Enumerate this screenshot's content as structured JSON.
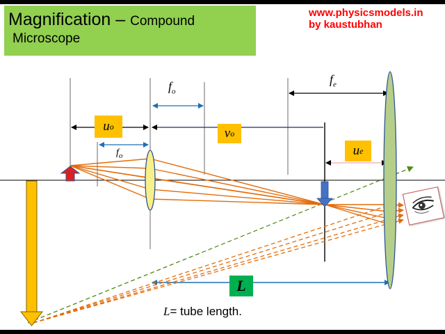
{
  "title": {
    "main": "Magnification",
    "dash": " – ",
    "sub": "Compound",
    "line2": "Microscope"
  },
  "credit": {
    "url": "www.physicsmodels.in",
    "author": "by kaustubhan"
  },
  "labels": {
    "u_o": {
      "symbol": "u",
      "sub": "o"
    },
    "v_o": {
      "symbol": "v",
      "sub": "o"
    },
    "u_e": {
      "symbol": "u",
      "sub": "e"
    },
    "f_o_top": {
      "symbol": "f",
      "sub": "o"
    },
    "f_o_small": {
      "symbol": "f",
      "sub": "o"
    },
    "f_e": {
      "symbol": "f",
      "sub": "e"
    },
    "L": "L"
  },
  "caption": {
    "symbol": "L",
    "text": "= tube length."
  },
  "icons": [
    "eye-icon",
    "object-arrow-icon",
    "intermediate-image-arrow-icon",
    "final-image-arrow-icon"
  ],
  "colors": {
    "title_bg": "#92d050",
    "credit": "#ff0000",
    "label_bg": "#ffc000",
    "L_bg": "#00b050",
    "rays": "#e36c09",
    "green_dashed": "#4f8a10",
    "dimension_lines": "#1f6fb5",
    "objective_lens": "#f7f08a",
    "eyepiece_lens": "#b5cf8a",
    "object": "#e0201b",
    "intermediate_image": "#4472c4",
    "final_image": "#ffc000"
  }
}
